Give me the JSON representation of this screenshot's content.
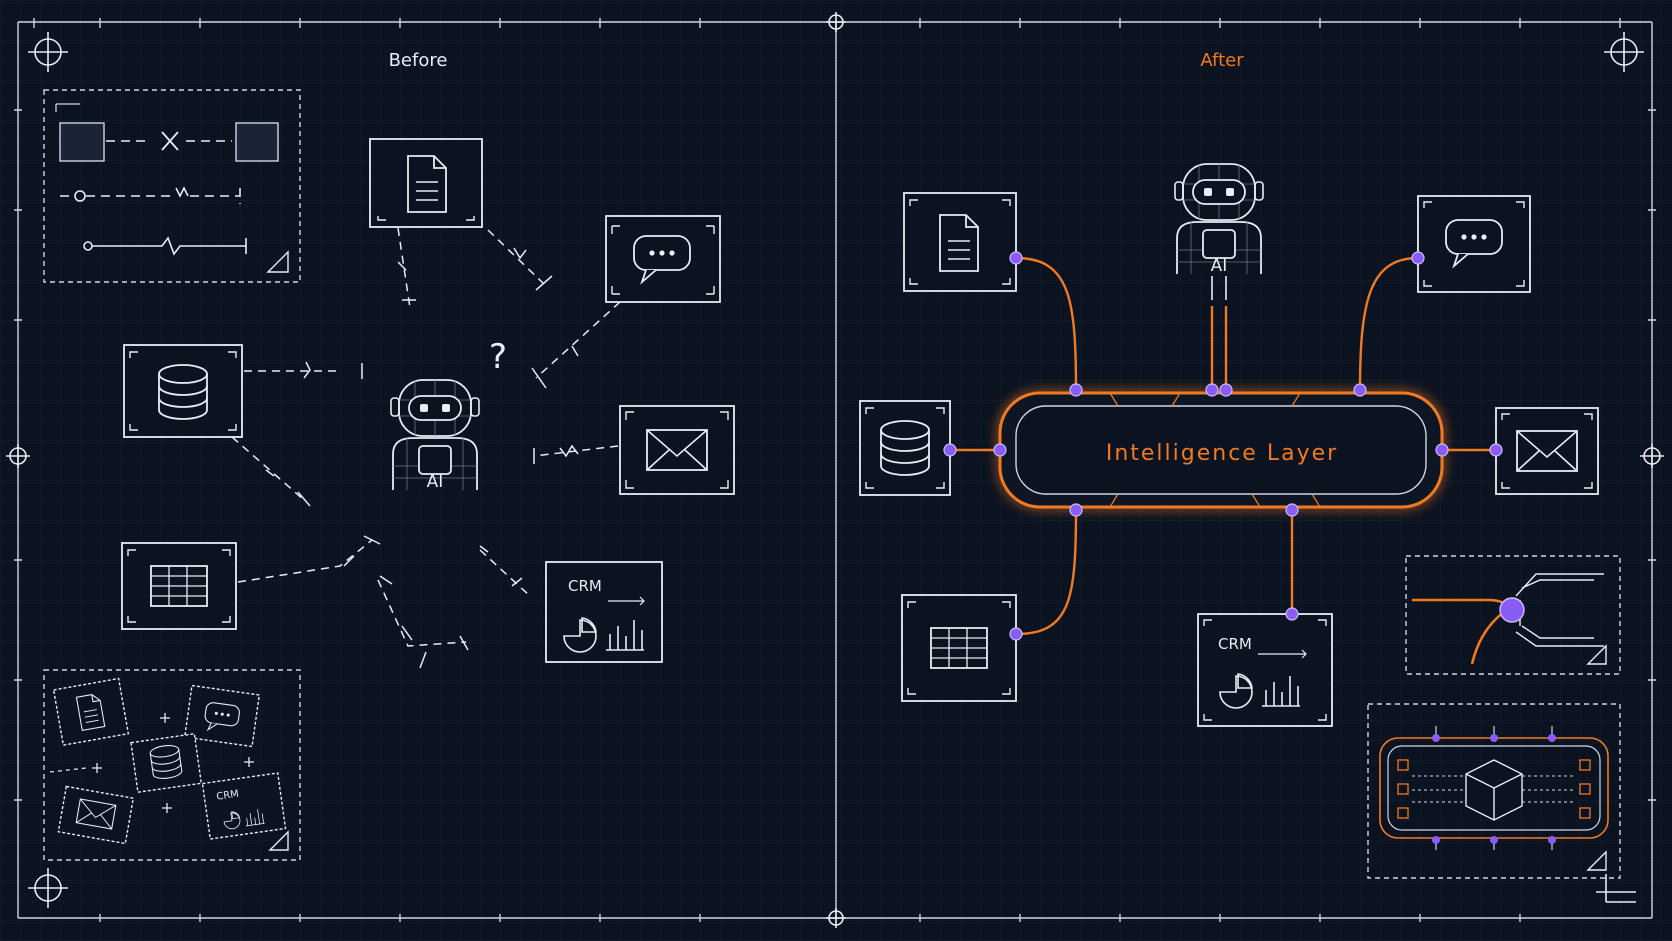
{
  "panels": {
    "before": {
      "title": "Before"
    },
    "after": {
      "title": "After"
    }
  },
  "hub": {
    "label": "Intelligence Layer"
  },
  "robot": {
    "badge": "AI",
    "question": "?"
  },
  "crm": {
    "label": "CRM"
  },
  "colors": {
    "background": "#0b1220",
    "line": "#e8ecf3",
    "accent": "#f07a22",
    "node": "#8a5cf6"
  },
  "icons": [
    "document-icon",
    "chat-icon",
    "database-icon",
    "email-icon",
    "spreadsheet-icon",
    "crm-chart-icon",
    "robot-icon"
  ]
}
